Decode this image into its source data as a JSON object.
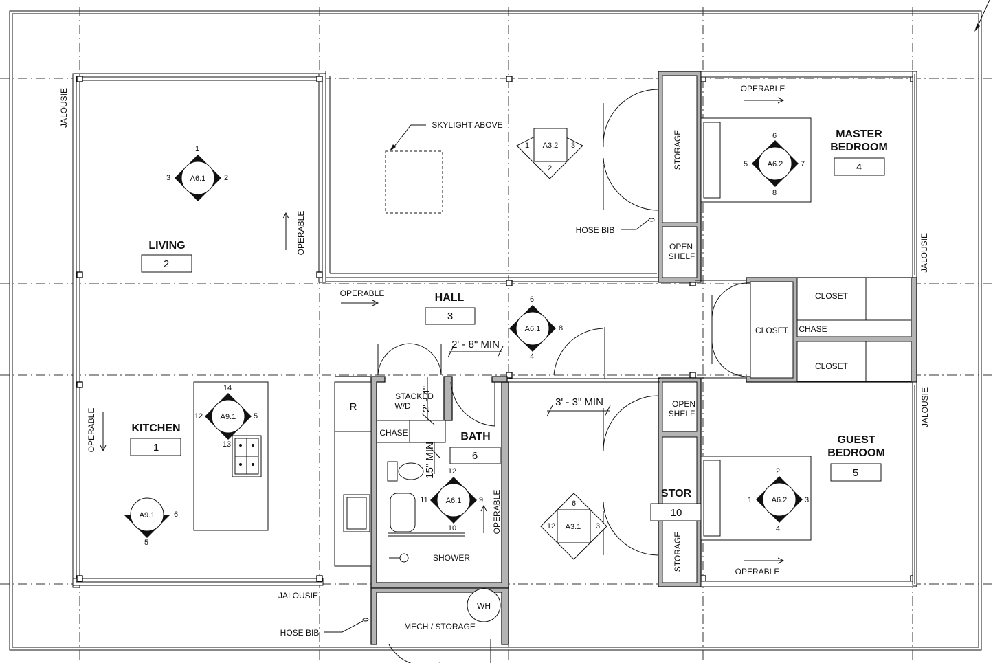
{
  "rooms": {
    "living": {
      "name": "LIVING",
      "number": "2"
    },
    "hall": {
      "name": "HALL",
      "number": "3"
    },
    "kitchen": {
      "name": "KITCHEN",
      "number": "1"
    },
    "bath": {
      "name": "BATH",
      "number": "6"
    },
    "master": {
      "name_line1": "MASTER",
      "name_line2": "BEDROOM",
      "number": "4"
    },
    "guest": {
      "name_line1": "GUEST",
      "name_line2": "BEDROOM",
      "number": "5"
    },
    "stor": {
      "name": "STOR",
      "number": "10"
    }
  },
  "labels": {
    "jalousie_left": "JALOUSIE",
    "jalousie_right_top": "JALOUSIE",
    "jalousie_right_bottom": "JALOUSIE",
    "jalousie_bottom": "JALOUSIE",
    "operable_living": "OPERABLE",
    "operable_hall": "OPERABLE",
    "operable_kitchen": "OPERABLE",
    "operable_bath": "OPERABLE",
    "operable_master": "OPERABLE",
    "operable_guest": "OPERABLE",
    "skylight": "SKYLIGHT ABOVE",
    "hose_bib_1": "HOSE BIB",
    "hose_bib_2": "HOSE BIB",
    "storage_master": "STORAGE",
    "storage_guest": "STORAGE",
    "open_shelf_1_l1": "OPEN",
    "open_shelf_1_l2": "SHELF",
    "open_shelf_2_l1": "OPEN",
    "open_shelf_2_l2": "SHELF",
    "closet_main": "CLOSET",
    "closet_top": "CLOSET",
    "closet_bottom": "CLOSET",
    "chase_right": "CHASE",
    "chase_bath": "CHASE",
    "stacked_l1": "STACKED",
    "stacked_l2": "W/D",
    "shower": "SHOWER",
    "mech": "MECH / STORAGE",
    "wh": "WH",
    "fridge": "R"
  },
  "dimensions": {
    "d1": "2' - 8\" MIN",
    "d2": "3' - 3\" MIN",
    "d3": "2' - 4\"",
    "d4": "15\" MIN"
  },
  "elevation_tags": {
    "a61_living": {
      "ref": "A6.1",
      "n": "1",
      "w": "3",
      "e": "2"
    },
    "a61_hall": {
      "ref": "A6.1",
      "n": "6",
      "e": "8",
      "s": "4"
    },
    "a61_bath": {
      "ref": "A6.1",
      "n": "12",
      "w": "11",
      "e": "9",
      "s": "10"
    },
    "a62_master": {
      "ref": "A6.2",
      "n": "6",
      "w": "5",
      "e": "7",
      "s": "8"
    },
    "a62_guest": {
      "ref": "A6.2",
      "n": "2",
      "w": "1",
      "e": "3",
      "s": "4"
    },
    "a91_island": {
      "ref": "A9.1",
      "n": "14",
      "w": "12",
      "e": "5",
      "s": "13"
    },
    "a91_kitchen": {
      "ref": "A9.1",
      "e": "6",
      "s": "5"
    },
    "a32_top": {
      "ref": "A3.2",
      "w": "1",
      "e": "3",
      "s": "2"
    },
    "a31_bottom": {
      "ref": "A3.1",
      "w": "12",
      "e": "3",
      "n": "6"
    }
  },
  "colors": {
    "line": "#111111",
    "wall_fill": "#b4b4b4"
  }
}
